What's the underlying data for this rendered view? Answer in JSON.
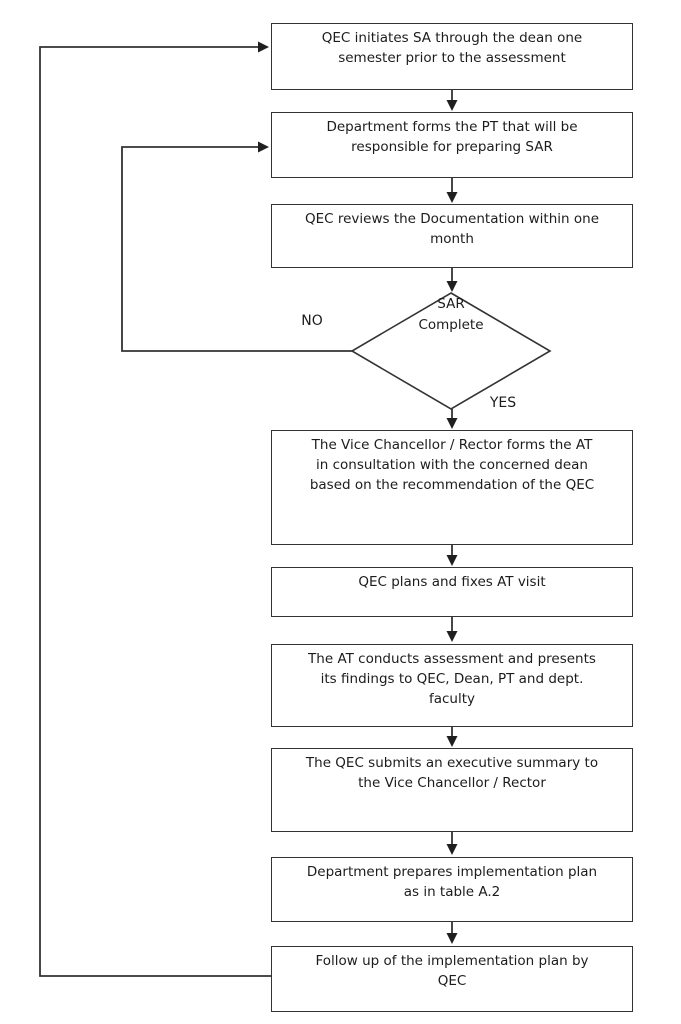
{
  "flowchart": {
    "boxes": [
      {
        "lines": [
          "QEC initiates SA through the dean one",
          "semester prior to the assessment"
        ]
      },
      {
        "lines": [
          "Department forms the PT that will be",
          "responsible for preparing SAR"
        ]
      },
      {
        "lines": [
          "QEC reviews the Documentation within one",
          "month"
        ]
      },
      {
        "lines": [
          "The Vice Chancellor / Rector forms the AT",
          "in consultation with the concerned dean",
          "based on the recommendation of the QEC"
        ]
      },
      {
        "lines": [
          "QEC plans and fixes AT visit"
        ]
      },
      {
        "lines": [
          "The AT conducts assessment and presents",
          "its findings to QEC, Dean, PT and dept.",
          "faculty"
        ]
      },
      {
        "lines": [
          "The QEC submits an executive summary to",
          "the Vice Chancellor / Rector"
        ]
      },
      {
        "lines": [
          "Department prepares implementation plan",
          "as in table A.2"
        ]
      },
      {
        "lines": [
          "Follow up of the implementation plan by",
          "QEC"
        ]
      }
    ],
    "decision": {
      "lines": [
        "SAR",
        "Complete"
      ]
    },
    "labels": {
      "no": "NO",
      "yes": "YES"
    },
    "colors": {
      "line": "#333333",
      "text": "#1c1c1c",
      "background": "#ffffff"
    }
  }
}
